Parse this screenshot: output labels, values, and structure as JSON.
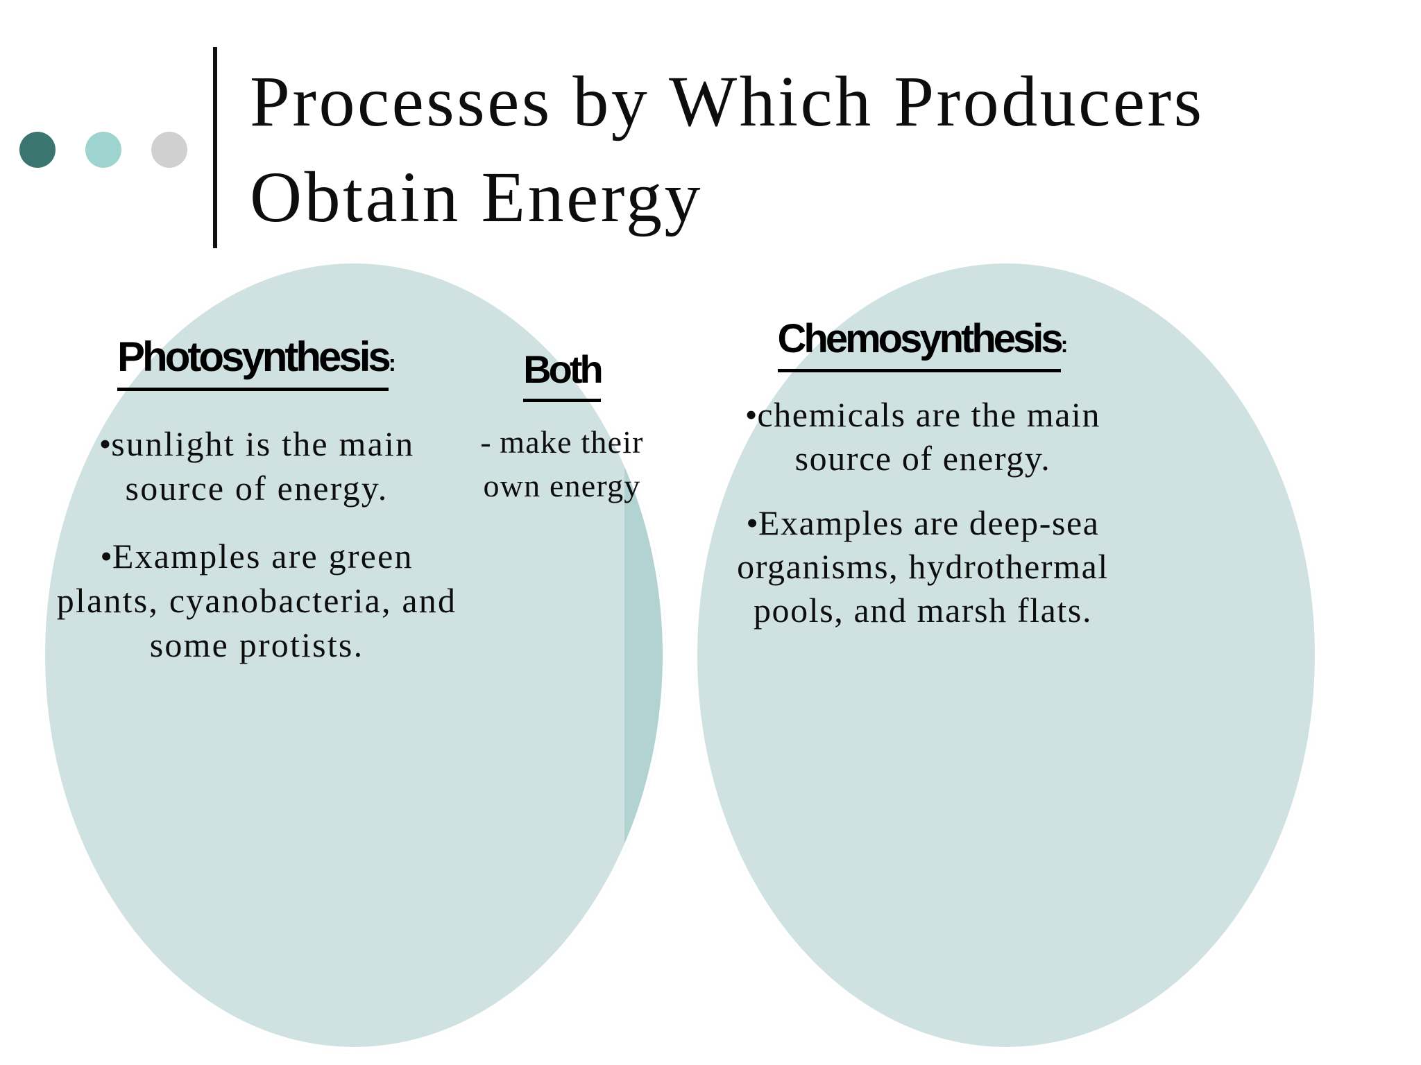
{
  "slide": {
    "background_color": "#ffffff",
    "title": "Processes by Which Producers\nObtain Energy",
    "accent_colors": {
      "dot_dark": "#3a7570",
      "dot_light": "#9ed3cf",
      "dot_gray": "#d0d0d0",
      "rule": "#101010",
      "circle_fill": "#cfe2e1",
      "overlap_fill": "#b2d3d1",
      "text": "#0d0d0d"
    }
  },
  "decor": {
    "dots": [
      {
        "name": "dot-dark-teal",
        "color": "#3a7570"
      },
      {
        "name": "dot-light-teal",
        "color": "#9ed3cf"
      },
      {
        "name": "dot-gray",
        "color": "#d0d0d0"
      }
    ]
  },
  "venn": {
    "left": {
      "heading": "Photosynthesis",
      "heading_colon": ":",
      "bullets": [
        {
          "marker": "•",
          "text": "sunlight is the main source of energy."
        },
        {
          "marker": "•",
          "text": "Examples are green plants, cyanobacteria, and some protists."
        }
      ]
    },
    "center": {
      "heading": "Both",
      "heading_colon": "",
      "bullets": [
        {
          "marker": "-",
          "text": " make their own energy"
        }
      ]
    },
    "right": {
      "heading": "Chemosynthesis",
      "heading_colon": ":",
      "bullets": [
        {
          "marker": "•",
          "text": "chemicals are the main source of energy."
        },
        {
          "marker": "•",
          "text": "Examples are deep-sea organisms, hydrothermal pools, and marsh flats."
        }
      ]
    }
  }
}
